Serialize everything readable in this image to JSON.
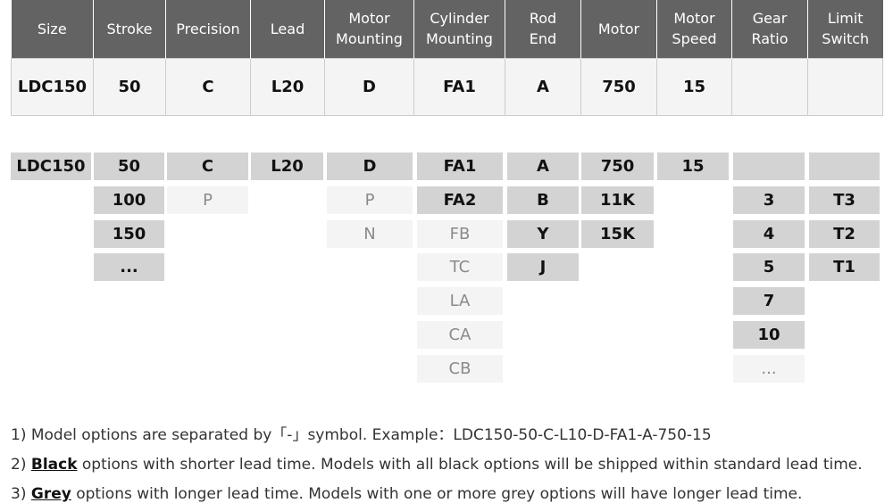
{
  "header": {
    "columns": [
      [
        "Size"
      ],
      [
        "Stroke"
      ],
      [
        "Precision"
      ],
      [
        "Lead"
      ],
      [
        "Motor",
        "Mounting"
      ],
      [
        "Cylinder",
        "Mounting"
      ],
      [
        "Rod",
        "End"
      ],
      [
        "Motor"
      ],
      [
        "Motor",
        "Speed"
      ],
      [
        "Gear",
        "Ratio"
      ],
      [
        "Limit",
        "Switch"
      ]
    ],
    "values": [
      "LDC150",
      "50",
      "C",
      "L20",
      "D",
      "FA1",
      "A",
      "750",
      "15",
      "",
      ""
    ]
  },
  "options": [
    {
      "name": "size",
      "items": [
        {
          "label": "LDC150",
          "tone": "dark"
        }
      ]
    },
    {
      "name": "stroke",
      "items": [
        {
          "label": "50",
          "tone": "dark"
        },
        {
          "label": "100",
          "tone": "dark"
        },
        {
          "label": "150",
          "tone": "dark"
        },
        {
          "label": "...",
          "tone": "dark"
        }
      ]
    },
    {
      "name": "precision",
      "items": [
        {
          "label": "C",
          "tone": "dark"
        },
        {
          "label": "P",
          "tone": "light"
        }
      ]
    },
    {
      "name": "lead",
      "items": [
        {
          "label": "L20",
          "tone": "dark"
        }
      ]
    },
    {
      "name": "motor-mounting",
      "items": [
        {
          "label": "D",
          "tone": "dark"
        },
        {
          "label": "P",
          "tone": "light"
        },
        {
          "label": "N",
          "tone": "light"
        }
      ]
    },
    {
      "name": "cylinder-mounting",
      "items": [
        {
          "label": "FA1",
          "tone": "dark"
        },
        {
          "label": "FA2",
          "tone": "dark"
        },
        {
          "label": "FB",
          "tone": "light"
        },
        {
          "label": "TC",
          "tone": "light"
        },
        {
          "label": "LA",
          "tone": "light"
        },
        {
          "label": "CA",
          "tone": "light"
        },
        {
          "label": "CB",
          "tone": "light"
        }
      ]
    },
    {
      "name": "rod-end",
      "items": [
        {
          "label": "A",
          "tone": "dark"
        },
        {
          "label": "B",
          "tone": "dark"
        },
        {
          "label": "Y",
          "tone": "dark"
        },
        {
          "label": "J",
          "tone": "dark"
        }
      ]
    },
    {
      "name": "motor",
      "items": [
        {
          "label": "750",
          "tone": "dark"
        },
        {
          "label": "11K",
          "tone": "dark"
        },
        {
          "label": "15K",
          "tone": "dark"
        }
      ]
    },
    {
      "name": "motor-speed",
      "items": [
        {
          "label": "15",
          "tone": "dark"
        }
      ]
    },
    {
      "name": "gear-ratio",
      "items": [
        {
          "label": "",
          "tone": "dark"
        },
        {
          "label": "3",
          "tone": "dark"
        },
        {
          "label": "4",
          "tone": "dark"
        },
        {
          "label": "5",
          "tone": "dark"
        },
        {
          "label": "7",
          "tone": "dark"
        },
        {
          "label": "10",
          "tone": "dark"
        },
        {
          "label": "...",
          "tone": "light"
        }
      ]
    },
    {
      "name": "limit-switch",
      "items": [
        {
          "label": "",
          "tone": "dark"
        },
        {
          "label": "T3",
          "tone": "dark"
        },
        {
          "label": "T2",
          "tone": "dark"
        },
        {
          "label": "T1",
          "tone": "dark"
        }
      ]
    }
  ],
  "notes": {
    "line1": "1) Model options are separated by「-」symbol. Example：LDC150-50-C-L10-D-FA1-A-750-15",
    "line2_prefix": "2) ",
    "line2_bold": "Black",
    "line2_rest": " options with shorter lead time. Models with all black options will be shipped within standard lead time.",
    "line3_prefix": "3) ",
    "line3_bold": "Grey",
    "line3_rest": " options with longer lead time. Models with one or more grey options will have longer lead time."
  },
  "colors": {
    "header_bg": "#636363",
    "dark_cell": "#d3d3d3",
    "light_cell": "#f4f4f4",
    "light_text": "#8a8a8a"
  }
}
